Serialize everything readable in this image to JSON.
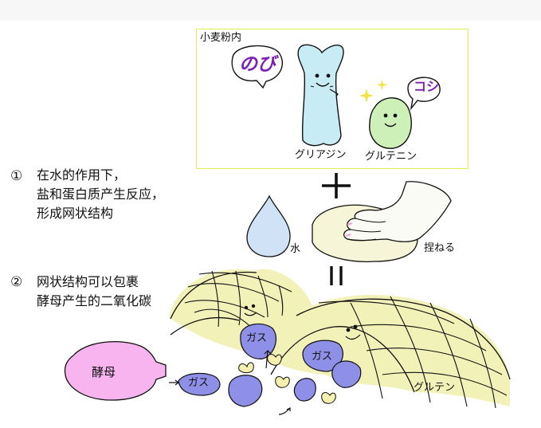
{
  "box": {
    "title": "小麦粉内"
  },
  "gliadin": {
    "bubble": "のび",
    "name": "グリアジン"
  },
  "glutenin": {
    "bubble": "コシ",
    "name": "グルテニン"
  },
  "steps": [
    {
      "num": "①",
      "lines": [
        "在水的作用下，",
        "盐和蛋白质产生反应，",
        "形成网状结构"
      ]
    },
    {
      "num": "②",
      "lines": [
        "网状结构可以包裹",
        "酵母产生的二氧化碳"
      ]
    }
  ],
  "operators": {
    "plus": "+",
    "equals": "||"
  },
  "water_label": "水",
  "knead_label": "捏ねる",
  "yeast_label": "酵母",
  "gas_label": "ガス",
  "gluten_label": "グルテン",
  "colors": {
    "box_border": "#e8ec54",
    "gliadin": "#c8ecf6",
    "glutenin": "#cdf0b8",
    "bubble_text": "#7d1fb5",
    "water": "#cfe2f6",
    "dough": "#f7f5d8",
    "gluten_net": "#f2f2b8",
    "yeast": "#f7b4ee",
    "gas": "#8e8fe6"
  }
}
